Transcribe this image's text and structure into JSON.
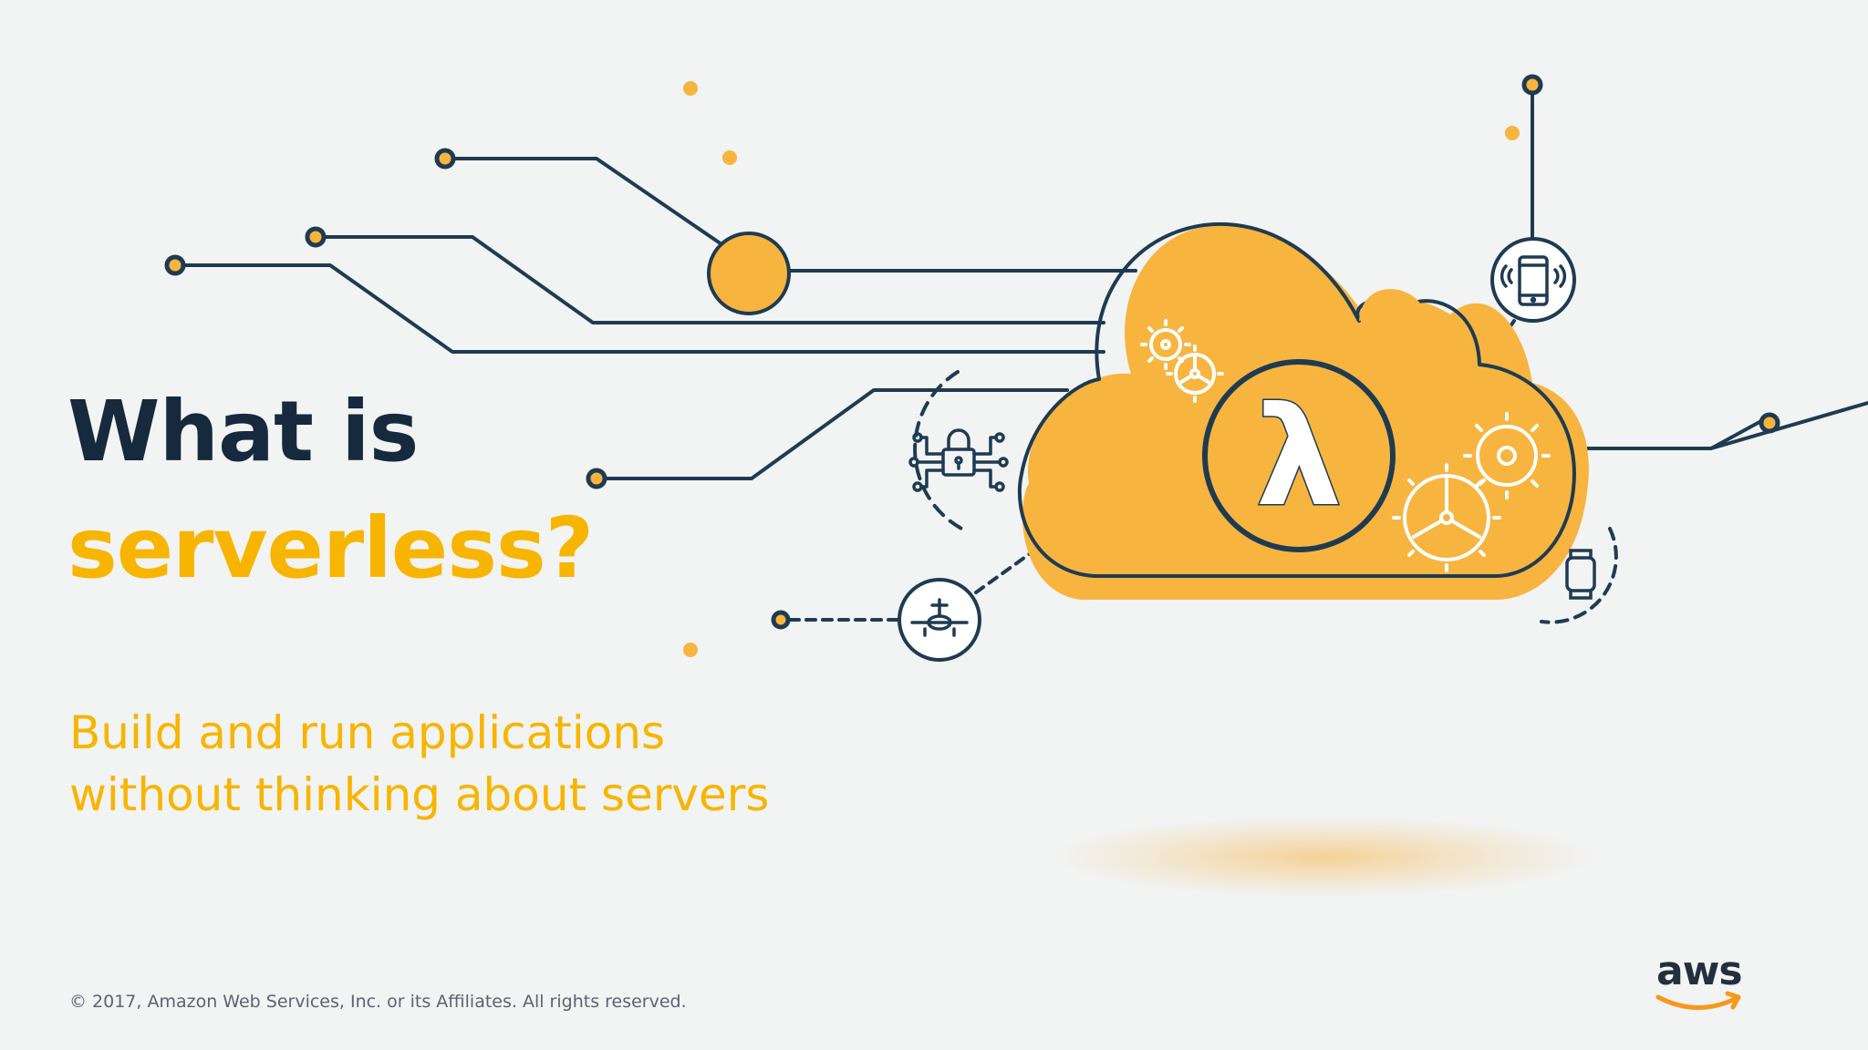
{
  "slide": {
    "title_line1": "What is",
    "title_line2": "serverless?",
    "subtitle_line1": "Build and run applications",
    "subtitle_line2": "without thinking about servers",
    "copyright": "© 2017, Amazon Web Services, Inc. or its Affiliates. All rights reserved."
  },
  "logo": {
    "text": "aws"
  },
  "illustration": {
    "central_symbol": "λ",
    "icons": [
      "cloud-icon",
      "lambda-icon",
      "gear-icon",
      "lock-icon",
      "airplane-icon",
      "smartphone-icon",
      "smartwatch-icon"
    ]
  },
  "colors": {
    "background": "#f2f3f3",
    "navy": "#16293d",
    "orange": "#f7b53f",
    "yellow_text": "#f7b500",
    "line": "#1f3b52"
  }
}
